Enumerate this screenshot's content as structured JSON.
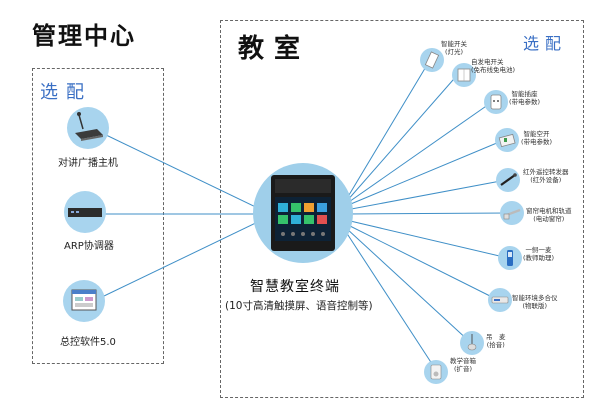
{
  "header": {
    "title_main": "管理中心",
    "title_room": "教室"
  },
  "left_panel": {
    "optional_label": "选配",
    "items": [
      {
        "label": "对讲广播主机",
        "icon": "intercom-mic-icon"
      },
      {
        "label": "ARP协调器",
        "icon": "network-box-icon"
      },
      {
        "label": "总控软件5.0",
        "icon": "software-window-icon"
      }
    ]
  },
  "center": {
    "title": "智慧教室终端",
    "subtitle": "(10寸高清触摸屏、语音控制等)",
    "icon": "touch-terminal-icon"
  },
  "right_panel": {
    "optional_label": "选配",
    "items": [
      {
        "line1": "智能开关",
        "line2": "(灯光)",
        "icon": "wall-switch-icon"
      },
      {
        "line1": "自发电开关",
        "line2": "(免布线免电池)",
        "icon": "kinetic-switch-icon"
      },
      {
        "line1": "智能插座",
        "line2": "(带电参数)",
        "icon": "smart-socket-icon"
      },
      {
        "line1": "智能空开",
        "line2": "(带电参数)",
        "icon": "circuit-breaker-icon"
      },
      {
        "line1": "红外遥控转发器",
        "line2": "(红外设备)",
        "icon": "ir-forwarder-icon"
      },
      {
        "line1": "窗帘电机和轨道",
        "line2": "(电动窗帘)",
        "icon": "curtain-motor-icon"
      },
      {
        "line1": "一鲟一麦",
        "line2": "(教师助理)",
        "icon": "handheld-mic-icon"
      },
      {
        "line1": "智能环境多合仪",
        "line2": "(物联版)",
        "icon": "env-sensor-icon"
      },
      {
        "line1": "吊　麦",
        "line2": "(拾音)",
        "icon": "hanging-mic-icon"
      },
      {
        "line1": "教学音箱",
        "line2": "(扩音)",
        "icon": "speaker-icon"
      }
    ]
  },
  "colors": {
    "accent": "#3a6fc4",
    "circle": "#a8d4ee",
    "line": "#3f8fc7"
  }
}
